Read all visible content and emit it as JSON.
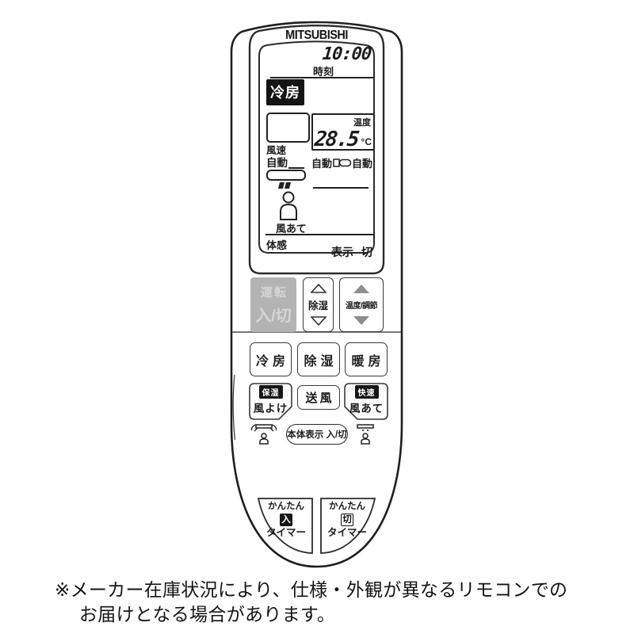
{
  "brand": "MITSUBISHI",
  "lcd": {
    "clock": "10:00",
    "clock_label": "時刻",
    "mode": "冷房",
    "fan_speed_label": "風速",
    "fan_speed_value": "自動",
    "temperature": {
      "label": "温度",
      "value": "28.5",
      "unit": "°C"
    },
    "vane": {
      "left": "自動",
      "right": "自動"
    },
    "airflow_person_label": "風あて",
    "body_sense_label": "体感",
    "display": {
      "label": "表示",
      "state": "切"
    }
  },
  "controls": {
    "power": {
      "line1": "運転",
      "line2": "入/切"
    },
    "humidity_rocker": {
      "label": "除湿"
    },
    "temperature_rocker": {
      "label": "温度/調節"
    },
    "mode_buttons": {
      "cool": "冷房",
      "dry": "除湿",
      "heat": "暖房"
    },
    "wind_avoid": {
      "badge": "保湿",
      "label": "風よけ"
    },
    "fan_only": {
      "label": "送風"
    },
    "wind_direct": {
      "badge": "快速",
      "label": "風あて"
    },
    "unit_display": {
      "label": "本体表示 入/切"
    },
    "timer_on": {
      "top": "かんたん",
      "badge": "入",
      "bottom": "タイマー"
    },
    "timer_off": {
      "top": "かんたん",
      "badge": "切",
      "bottom": "タイマー"
    }
  },
  "footnote": {
    "line1": "※メーカー在庫状況により、仕様・外観が異なるリモコンでの",
    "line2": "お届けとなる場合があります。"
  },
  "colors": {
    "outline": "#1f1f1f",
    "power_button_bg": "#b3b3b3",
    "power_button_text": "#d6d6d6",
    "badge_bg": "#161616",
    "filled_triangle": "#8d8d8d"
  }
}
